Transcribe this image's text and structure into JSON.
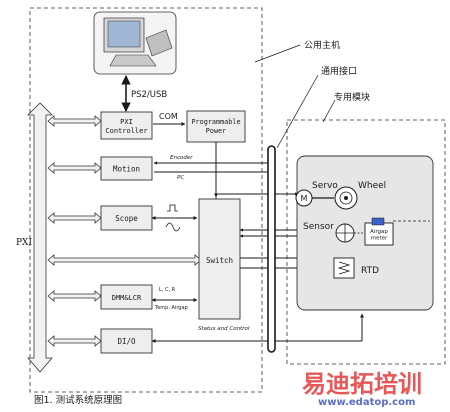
{
  "diagram": {
    "bus_label": "PXI",
    "ps2_label": "PS2/USB",
    "com_label": "COM",
    "pxi_controller": "PXI\nController",
    "prog_power": "Programmable\nPower",
    "motion": "Motion",
    "scope": "Scope",
    "switch": "Switch",
    "dmm": "DMM&LCR",
    "dio": "DI/O",
    "encoder": "Encoder",
    "pc": "PC",
    "lcr_labels": "L, C, R",
    "temp_label": "Temp. Airgap",
    "status_control": "Status and Control",
    "servo": "Servo",
    "wheel": "Wheel",
    "motor_symbol": "M",
    "sensor": "Sensor",
    "airgap_meter": "Airgap\nmeter",
    "rtd": "RTD",
    "legend_public_host": "公用主机",
    "legend_general_interface": "通用接口",
    "legend_dedicated_module": "专用模块",
    "caption": "图1. 测试系统原理图",
    "watermark_brand": "易迪拓培训",
    "watermark_url": "www.edatop.com"
  },
  "colors": {
    "line": "#1a1a1a",
    "box_fill": "#eeeeee",
    "panel_fill": "#e6e6e6",
    "watermark": "#e43a3a",
    "watermark_url": "#5a6cc8",
    "accent_blue": "#3a62c8"
  }
}
